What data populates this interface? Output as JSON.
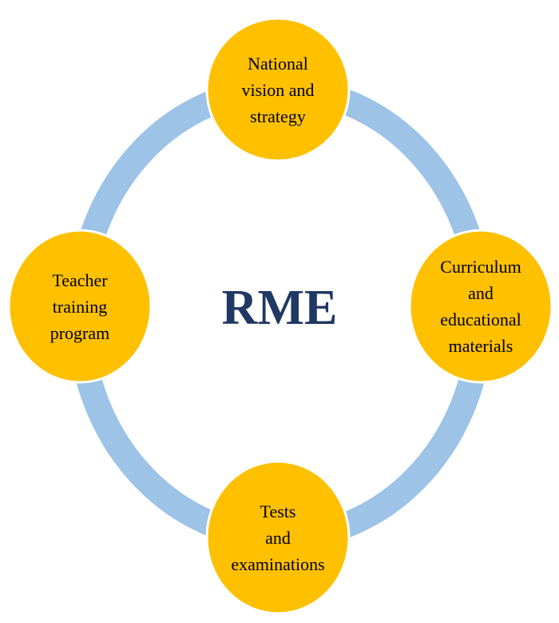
{
  "center_label": "RME",
  "nodes": [
    {
      "id": "top",
      "label": "National\nvision and\nstrategy"
    },
    {
      "id": "right",
      "label": "Curriculum\nand\neducational\nmaterials"
    },
    {
      "id": "bottom",
      "label": "Tests\nand\nexaminations"
    },
    {
      "id": "left",
      "label": "Teacher\ntraining\nprogram"
    }
  ],
  "colors": {
    "ring": "#9DC3E6",
    "node_fill": "#FFC000",
    "title": "#1F3864"
  }
}
